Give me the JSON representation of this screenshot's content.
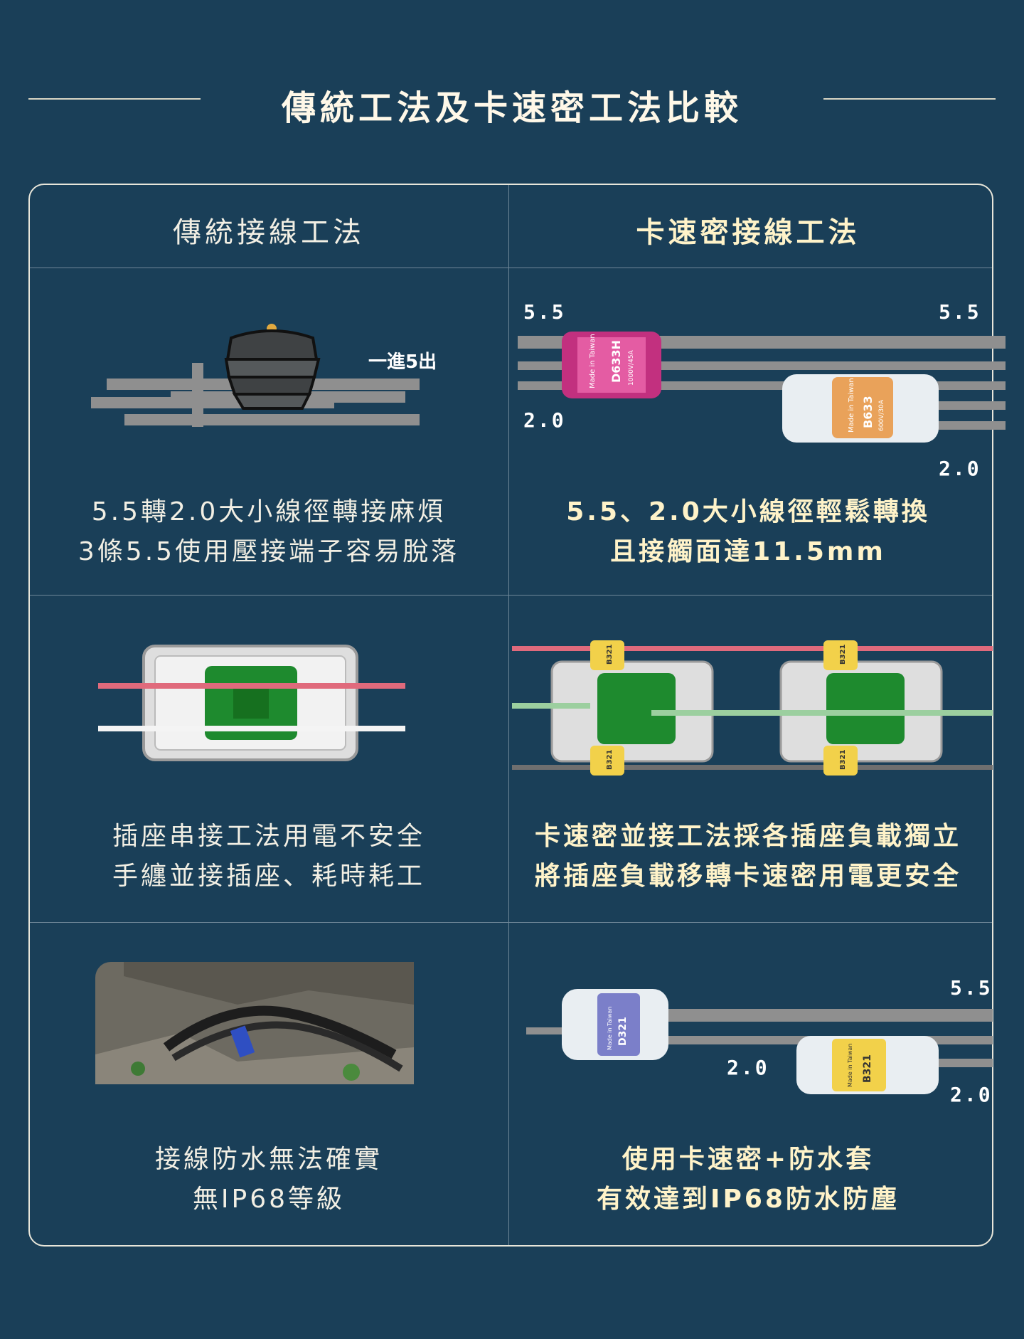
{
  "title": "傳統工法及卡速密工法比較",
  "columns": {
    "left_heading": "傳統接線工法",
    "right_heading": "卡速密接線工法"
  },
  "rows": [
    {
      "left_caption_line1": "5.5轉2.0大小線徑轉接麻煩",
      "left_caption_line2": "3條5.5使用壓接端子容易脫落",
      "left_annotation": "一進5出",
      "right_caption_line1": "5.5、2.0大小線徑輕鬆轉換",
      "right_caption_line2": "且接觸面達11.5mm",
      "right_labels": {
        "top_left": "5.5",
        "top_right": "5.5",
        "mid_left": "2.0",
        "bottom_right": "2.0"
      },
      "connector_left": {
        "model": "D633H",
        "rating": "1000V/45A",
        "made": "Made in Taiwan"
      },
      "connector_right": {
        "model": "B633",
        "rating": "600V/30A",
        "made": "Made in Taiwan"
      }
    },
    {
      "left_caption_line1": "插座串接工法用電不安全",
      "left_caption_line2": "手纏並接插座、耗時耗工",
      "right_caption_line1": "卡速密並接工法採各插座負載獨立",
      "right_caption_line2": "將插座負載移轉卡速密用電更安全",
      "mini_connector_model": "B321"
    },
    {
      "left_caption_line1": "接線防水無法確實",
      "left_caption_line2": "無IP68等級",
      "right_caption_line1": "使用卡速密+防水套",
      "right_caption_line2": "有效達到IP68防水防塵",
      "right_labels": {
        "top_right": "5.5",
        "mid": "2.0",
        "bottom_right": "2.0"
      },
      "connector_left": {
        "model": "D321",
        "made": "Made in Taiwan"
      },
      "connector_right": {
        "model": "B321",
        "made": "Made in Taiwan"
      }
    }
  ],
  "colors": {
    "background": "#1a3f58",
    "accent_text": "#fff3c9",
    "wire_gray": "#8f8f8f",
    "wire_red": "#e06a7c",
    "wire_green": "#9ccf9f",
    "outlet_green": "#1e8a2e",
    "connector_magenta": "#c2307f",
    "connector_orange": "#e9a25a",
    "connector_yellow": "#f2d14a",
    "connector_blue": "#7b7fc9"
  }
}
